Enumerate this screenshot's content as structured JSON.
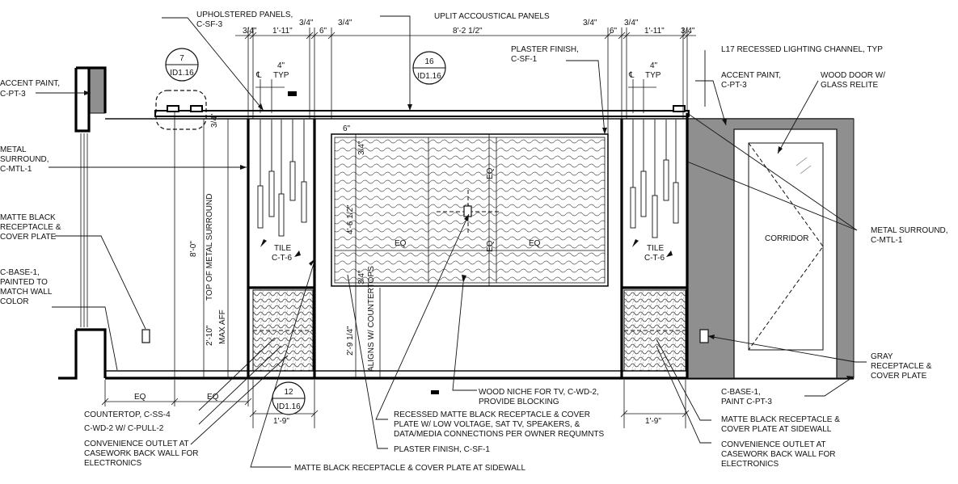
{
  "dimensions": {
    "top_left_panel_left": "3/4\"",
    "top_left_panel_width": "1'-11\"",
    "top_left_panel_right": "3/4\"",
    "top_left_gap": "6\"",
    "top_center_left": "3/4\"",
    "top_center_width": "8'-2 1/2\"",
    "top_right_gap_a": "3/4\"",
    "top_right_gap": "6\"",
    "top_right_panel_left": "3/4\"",
    "top_right_panel_width": "1'-11\"",
    "top_right_panel_right": "3/4\"",
    "channel_left": "4\"",
    "channel_left_typ": "TYP",
    "channel_right": "4\"",
    "channel_right_typ": "TYP",
    "centerline": "℄",
    "ceiling_gap": "3/4\"",
    "overall_height": "8'-0\"",
    "surround_height_label": "TOP OF METAL SURROUND",
    "outlet_height": "2'-10\"",
    "outlet_height_note": "MAX AFF",
    "niche_top_gap": "6\"",
    "niche_inner_top": "3/4\"",
    "niche_height": "4'-6 1/2\"",
    "niche_inner_bottom": "3/4\"",
    "counter_height": "2'-9 1/4\"",
    "counter_align_note": "ALIGNS W/ COUNTERTOPS",
    "eq": "EQ",
    "bottom_left_cabinet": "1'-9\"",
    "bottom_right_cabinet": "1'-9\""
  },
  "tags": {
    "tag_7_number": "7",
    "tag_7_sheet": "ID1.16",
    "tag_16_number": "16",
    "tag_16_sheet": "ID1.16",
    "tag_12_number": "12",
    "tag_12_sheet": "ID1.16"
  },
  "labels": {
    "accent_paint_left_1": "ACCENT PAINT,",
    "accent_paint_left_2": "C-PT-3",
    "metal_surround_left_1": "METAL",
    "metal_surround_left_2": "SURROUND,",
    "metal_surround_left_3": "C-MTL-1",
    "receptacle_left_1": "MATTE BLACK",
    "receptacle_left_2": "RECEPTACLE &",
    "receptacle_left_3": "COVER PLATE",
    "base_left_1": "C-BASE-1,",
    "base_left_2": "PAINTED TO",
    "base_left_3": "MATCH WALL",
    "base_left_4": "COLOR",
    "upholstered_1": "UPHOLSTERED PANELS,",
    "upholstered_2": "C-SF-3",
    "uplit": "UPLIT ACCOUSTICAL PANELS",
    "plaster_top_1": "PLASTER FINISH,",
    "plaster_top_2": "C-SF-1",
    "lighting_channel": "L17 RECESSED LIGHTING CHANNEL, TYP",
    "accent_paint_right_1": "ACCENT PAINT,",
    "accent_paint_right_2": "C-PT-3",
    "wood_door_1": "WOOD DOOR W/",
    "wood_door_2": "GLASS RELITE",
    "corridor": "CORRIDOR",
    "metal_surround_right_1": "METAL SURROUND,",
    "metal_surround_right_2": "C-MTL-1",
    "gray_receptacle_1": "GRAY",
    "gray_receptacle_2": "RECEPTACLE &",
    "gray_receptacle_3": "COVER PLATE",
    "tile_left_1": "TILE",
    "tile_left_2": "C-T-6",
    "tile_right_1": "TILE",
    "tile_right_2": "C-T-6",
    "countertop": "COUNTERTOP, C-SS-4",
    "cwd2": "C-WD-2 W/ C-PULL-2",
    "outlet_left_1": "CONVENIENCE OUTLET AT",
    "outlet_left_2": "CASEWORK BACK WALL FOR",
    "outlet_left_3": "ELECTRONICS",
    "recessed_1": "RECESSED MATTE BLACK RECEPTACLE & COVER",
    "recessed_2": "PLATE W/ LOW VOLTAGE, SAT TV, SPEAKERS, &",
    "recessed_3": "DATA/MEDIA CONNECTIONS PER OWNER REQUMNTS",
    "wood_niche_1": "WOOD NICHE FOR TV, C-WD-2,",
    "wood_niche_2": "PROVIDE BLOCKING",
    "plaster_bottom": "PLASTER FINISH, C-SF-1",
    "sidewall_receptacle": "MATTE BLACK RECEPTACLE & COVER PLATE AT SIDEWALL",
    "base_right_1": "C-BASE-1,",
    "base_right_2": "PAINT C-PT-3",
    "receptacle_right_1": "MATTE BLACK RECEPTACLE &",
    "receptacle_right_2": "COVER PLATE AT SIDEWALL",
    "outlet_right_1": "CONVENIENCE OUTLET AT",
    "outlet_right_2": "CASEWORK BACK WALL FOR",
    "outlet_right_3": "ELECTRONICS"
  },
  "colors": {
    "line": "#111111",
    "accent_wall": "#8f8f8f",
    "tile_hatch": "#555555"
  }
}
